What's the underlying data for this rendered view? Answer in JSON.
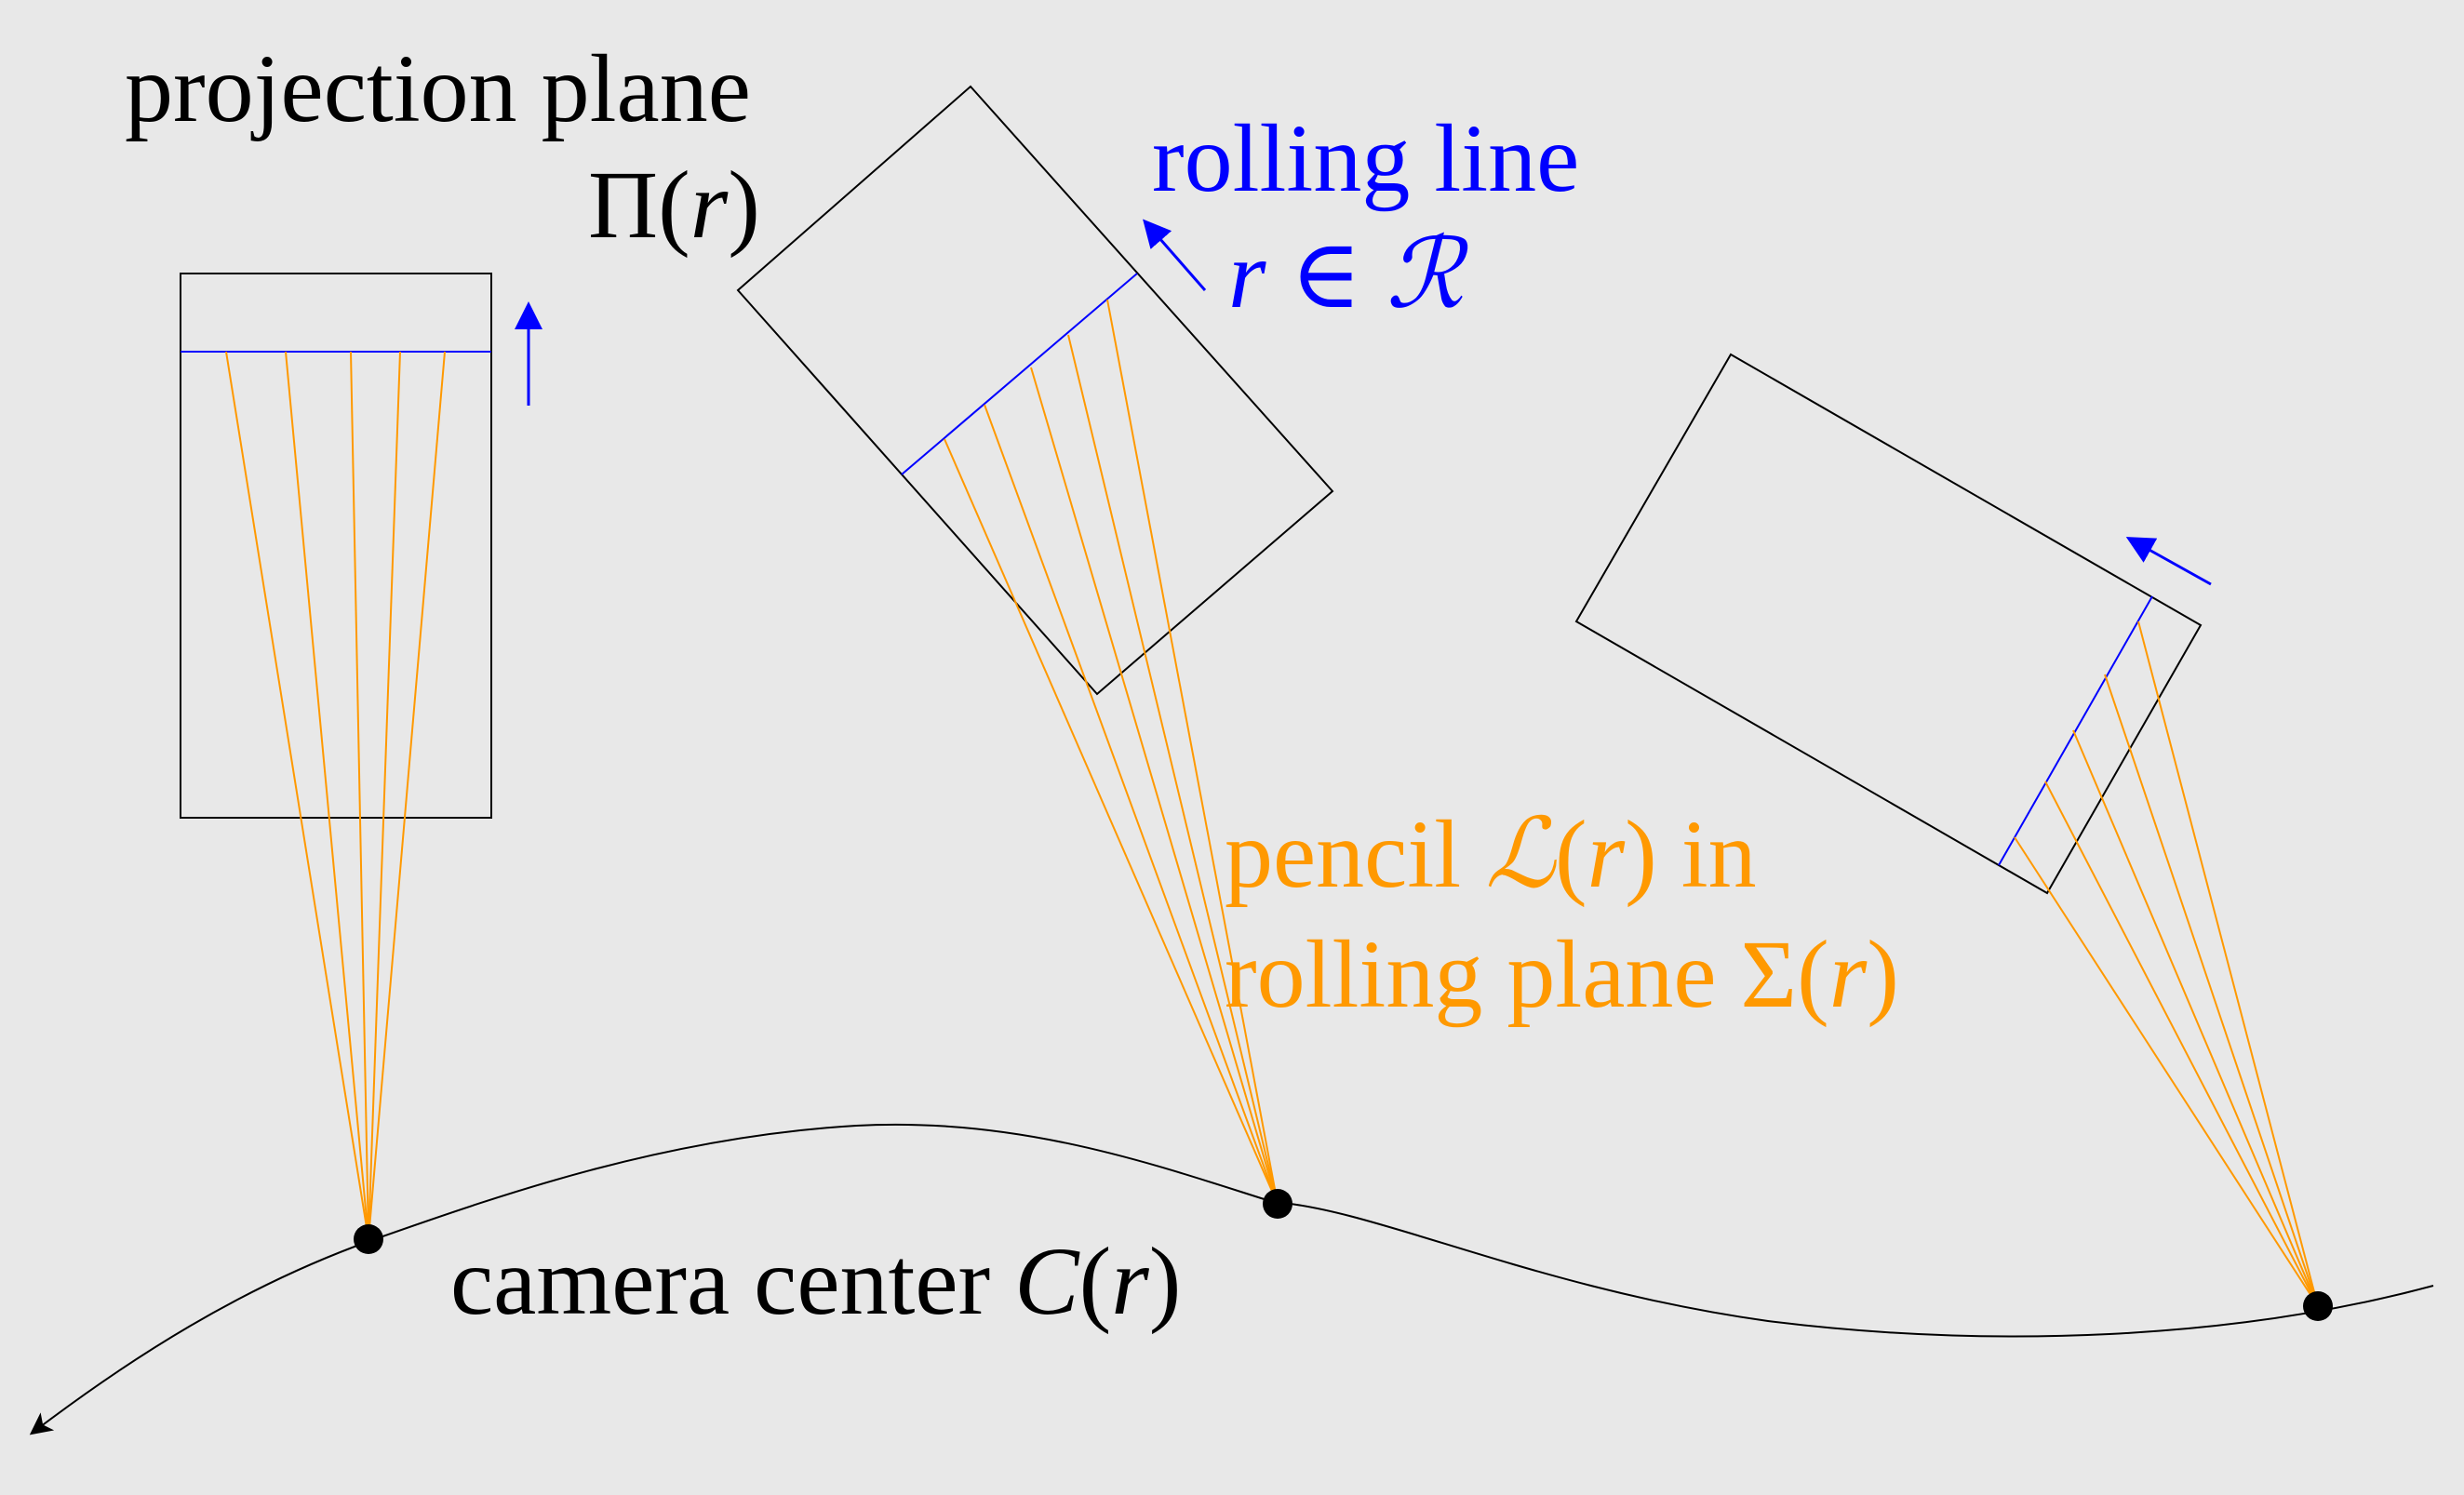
{
  "colors": {
    "background": "#e8e8e8",
    "frame": "#000000",
    "rolling": "#0000ff",
    "pencil": "#ff9900",
    "trajectory": "#000000"
  },
  "labels": {
    "projection_plane": "projection plane",
    "projection_plane_symbol_prefix": "Π(",
    "projection_plane_symbol_var": "r",
    "projection_plane_symbol_suffix": ")",
    "rolling_line": "rolling line",
    "rolling_line_set_var": "r",
    "rolling_line_set_op": " ∈ ",
    "rolling_line_set_name": "ℛ",
    "pencil_prefix": "pencil ",
    "pencil_symbol": "ℒ",
    "pencil_symbol_open": "(",
    "pencil_symbol_var": "r",
    "pencil_symbol_close": ")",
    "pencil_suffix": " in",
    "rolling_plane_prefix": "rolling plane ",
    "rolling_plane_symbol": "Σ",
    "rolling_plane_open": "(",
    "rolling_plane_var": "r",
    "rolling_plane_close": ")",
    "camera_center_prefix": "camera center ",
    "camera_center_symbol": "C",
    "camera_center_open": "(",
    "camera_center_var": "r",
    "camera_center_close": ")"
  }
}
